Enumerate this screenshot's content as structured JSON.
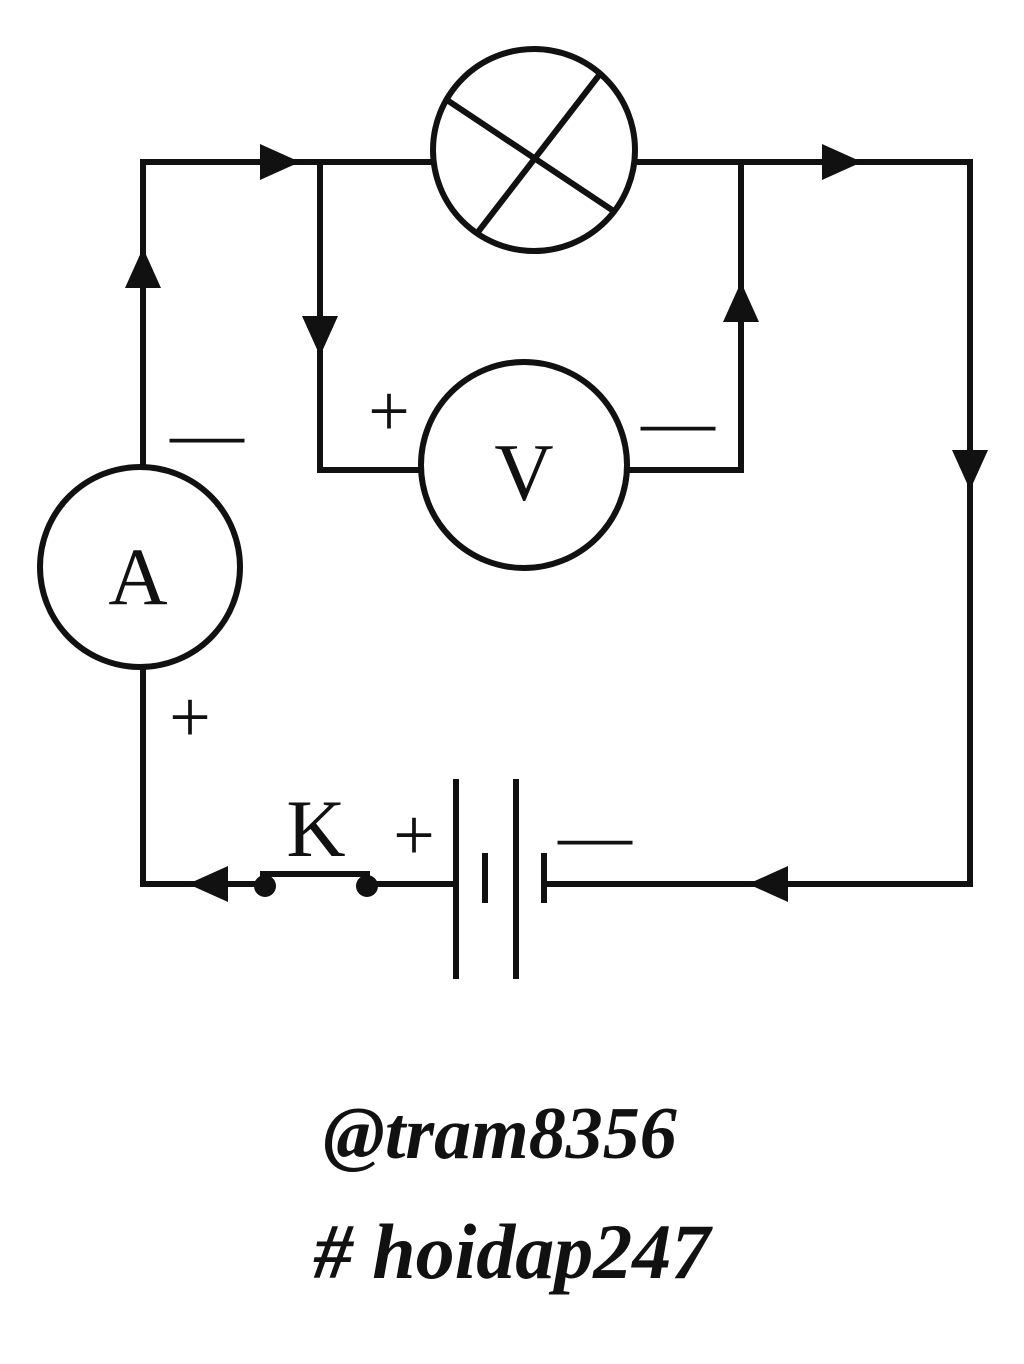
{
  "diagram": {
    "type": "electric-circuit",
    "components": {
      "lamp": {
        "symbol": "lamp-cross"
      },
      "voltmeter": {
        "label": "V",
        "positive": "+",
        "negative": "—"
      },
      "ammeter": {
        "label": "A",
        "positive": "+",
        "negative": "—"
      },
      "switch": {
        "label": "K",
        "state": "closed"
      },
      "battery": {
        "positive": "+",
        "negative": "—",
        "cells": 2
      }
    },
    "current_direction": "clockwise",
    "colors": {
      "stroke": "#111111",
      "background": "#ffffff"
    }
  },
  "credits": {
    "author": "@tram8356",
    "site": "# hoidap247"
  }
}
